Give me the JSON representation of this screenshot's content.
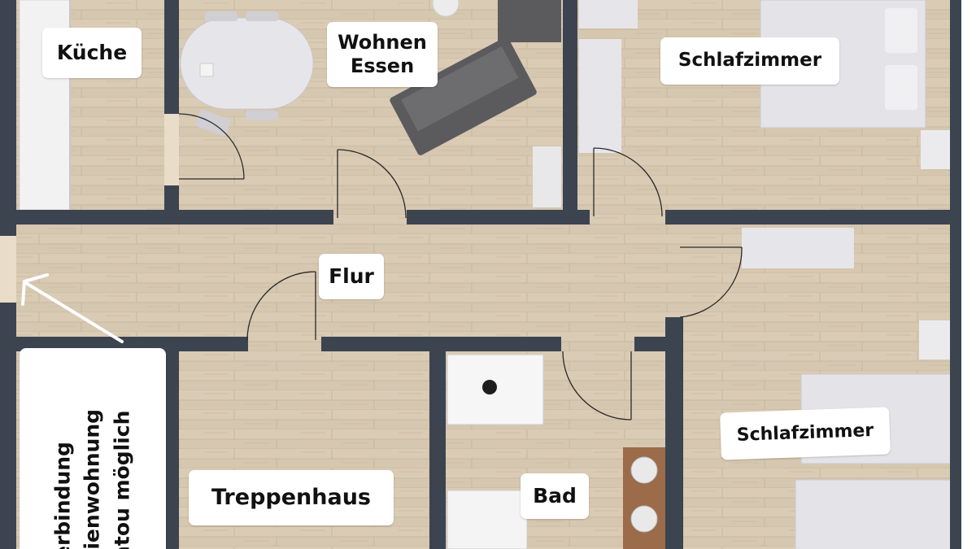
{
  "rooms": {
    "kueche": "Küche",
    "wohnen_line1": "Wohnen",
    "wohnen_line2": "Essen",
    "schlaf1": "Schlafzimmer",
    "flur": "Flur",
    "treppenhaus": "Treppenhaus",
    "bad": "Bad",
    "schlaf2": "Schlafzimmer"
  },
  "note": {
    "line1": "erbindung",
    "line2": "rienwohnung",
    "line3": "atou möglich"
  },
  "colors": {
    "wall": "#3c4450",
    "floor": "#d6c7b0",
    "furniture": "#e5e5e9",
    "sofa": "#5b5b5e"
  }
}
